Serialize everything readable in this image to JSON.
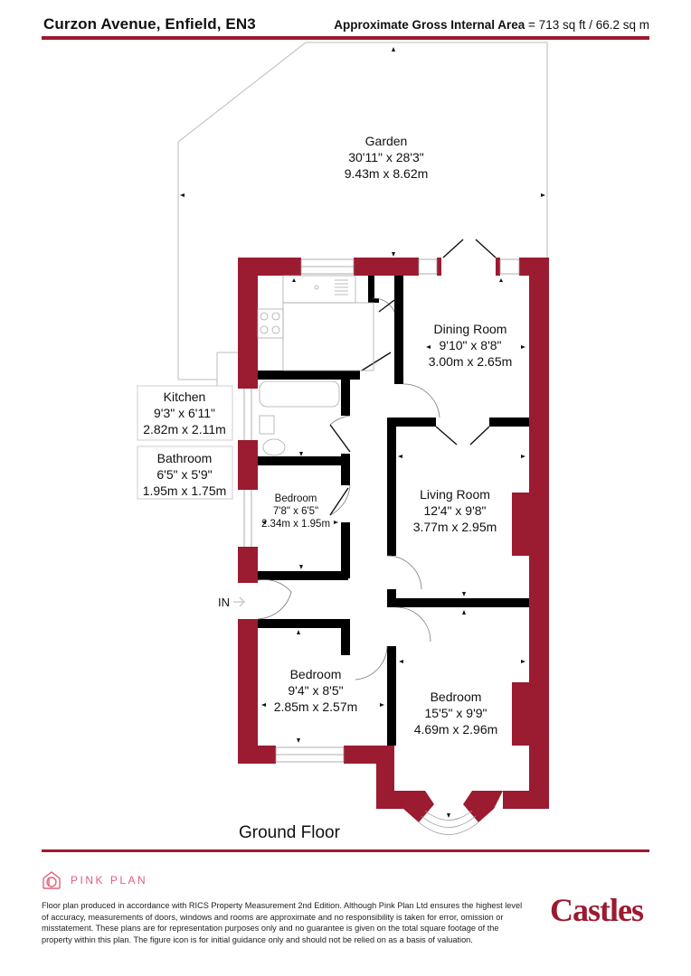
{
  "header": {
    "address": "Curzon Avenue, Enfield, EN3",
    "area_label": "Approximate Gross Internal Area",
    "area_value": " = 713 sq ft / 66.2 sq m"
  },
  "colors": {
    "brand_red": "#9b1b30",
    "wall_internal": "#000000",
    "pink_plan": "#e0607e"
  },
  "rooms": {
    "garden": {
      "name": "Garden",
      "imperial": "30'11\" x 28'3\"",
      "metric": "9.43m x 8.62m"
    },
    "kitchen": {
      "name": "Kitchen",
      "imperial": "9'3\" x 6'11\"",
      "metric": "2.82m x 2.11m"
    },
    "bathroom": {
      "name": "Bathroom",
      "imperial": "6'5\" x 5'9\"",
      "metric": "1.95m x 1.75m"
    },
    "dining": {
      "name": "Dining Room",
      "imperial": "9'10\" x 8'8\"",
      "metric": "3.00m x 2.65m"
    },
    "living": {
      "name": "Living Room",
      "imperial": "12'4\" x 9'8\"",
      "metric": "3.77m x 2.95m"
    },
    "bedroom_small": {
      "name": "Bedroom",
      "imperial": "7'8\" x 6'5\"",
      "metric": "2.34m x 1.95m"
    },
    "bedroom_front_left": {
      "name": "Bedroom",
      "imperial": "9'4\" x 8'5\"",
      "metric": "2.85m x 2.57m"
    },
    "bedroom_bay": {
      "name": "Bedroom",
      "imperial": "15'5\" x 9'9\"",
      "metric": "4.69m x 2.96m"
    }
  },
  "entrance_label": "IN",
  "floor_name": "Ground Floor",
  "footer": {
    "pink_plan_label": "PINK PLAN",
    "disclaimer": "Floor plan produced in accordance with RICS Property Measurement 2nd Edition. Although Pink Plan Ltd ensures the highest level of accuracy, measurements of doors, windows and rooms are approximate and no responsibility is taken for error, omission or misstatement. These plans are for representation purposes only and no guarantee is given on the total square footage of the property within this plan. The figure icon is for initial guidance only and should not be relied on as a basis of valuation.",
    "agent_logo": "Castles"
  }
}
